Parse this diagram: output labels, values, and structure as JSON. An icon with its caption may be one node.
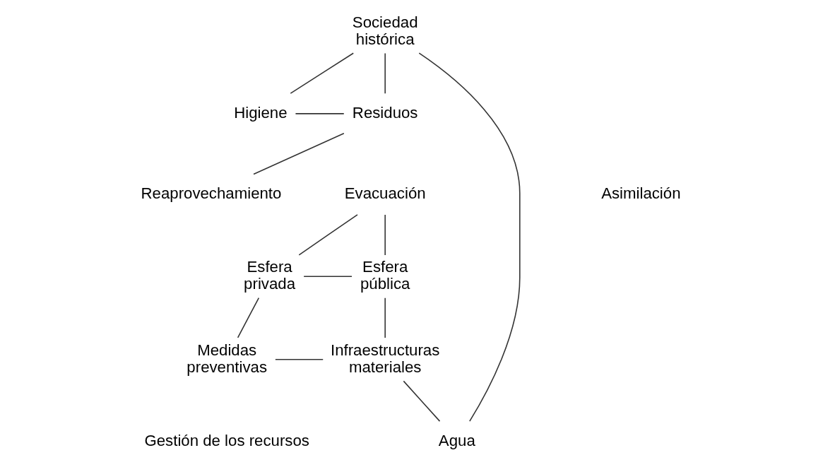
{
  "diagram": {
    "nodes": [
      {
        "text": [
          "Sociedad histórica"
        ]
      },
      {
        "text": [
          "Higiene"
        ]
      },
      {
        "text": [
          "Residuos"
        ]
      },
      {
        "text": [
          "Asimilación"
        ]
      },
      {
        "text": [
          "Reaprovechamiento"
        ]
      },
      {
        "text": [
          "Evacuación"
        ]
      },
      {
        "text": [
          "Esfera privada"
        ]
      },
      {
        "text": [
          "Esfera pública"
        ]
      },
      {
        "text": [
          "Medidas preventivas"
        ]
      },
      {
        "text": [
          "Infraestructuras materiales"
        ]
      },
      {
        "text": [
          "Agua"
        ]
      }
    ],
    "edges": [
      {
        "from": 0,
        "to": 1,
        "arrow": "none"
      },
      {
        "from": 0,
        "to": 2,
        "arrow": "none"
      },
      {
        "from": 1,
        "to": 2,
        "arrow": "none"
      },
      {
        "from": 2,
        "to": 4,
        "arrow": "none"
      },
      {
        "from": 5,
        "to": 6,
        "arrow": "none"
      },
      {
        "from": 5,
        "to": 7,
        "arrow": "none"
      },
      {
        "from": 6,
        "to": 7,
        "arrow": "none"
      },
      {
        "from": 6,
        "to": 8,
        "arrow": "none"
      },
      {
        "from": 7,
        "to": 9,
        "arrow": "none"
      },
      {
        "from": 8,
        "to": 9,
        "arrow": "none"
      },
      {
        "from": 9,
        "to": 10,
        "arrow": "none"
      },
      {
        "from": 0,
        "to": 10,
        "arrow": "none"
      }
    ],
    "labels": [
      "Gestión de los recursos"
    ]
  }
}
